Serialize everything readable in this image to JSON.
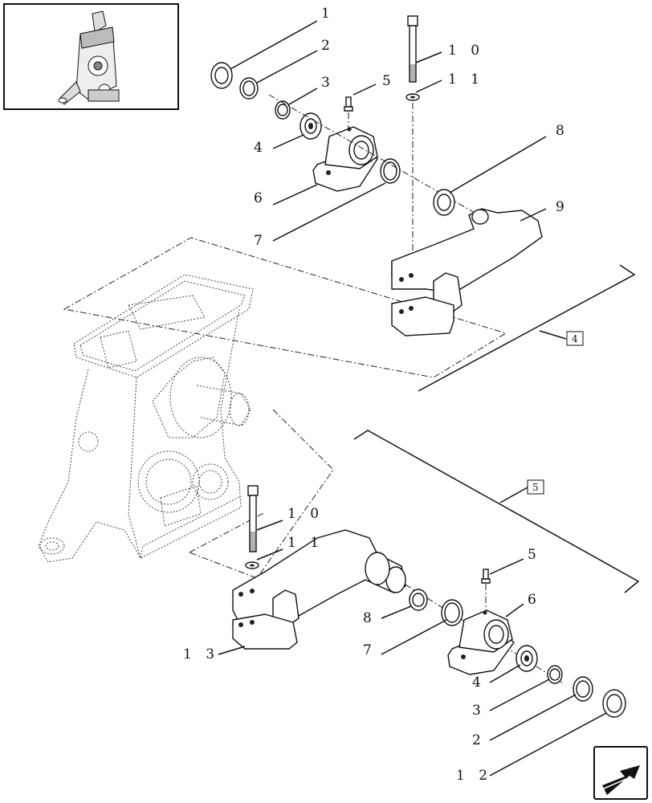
{
  "callouts": {
    "top": {
      "c1": "1",
      "c2": "2",
      "c3": "3",
      "c4": "4",
      "c5": "5",
      "c6": "6",
      "c7": "7",
      "c8": "8",
      "c9": "9",
      "c10": "1 0",
      "c11": "1 1"
    },
    "bottom": {
      "c10": "1 0",
      "c11": "1 1",
      "c5": "5",
      "c6": "6",
      "c8": "8",
      "c7": "7",
      "c4": "4",
      "c3": "3",
      "c2": "2",
      "c12": "1 2",
      "c13": "1 3"
    }
  },
  "reference_boxes": {
    "ref4": "4",
    "ref5": "5"
  },
  "icons": [
    "thumbnail-overview-icon",
    "navigation-arrow-icon"
  ],
  "colors": {
    "line": "#111111",
    "background": "#ffffff"
  }
}
